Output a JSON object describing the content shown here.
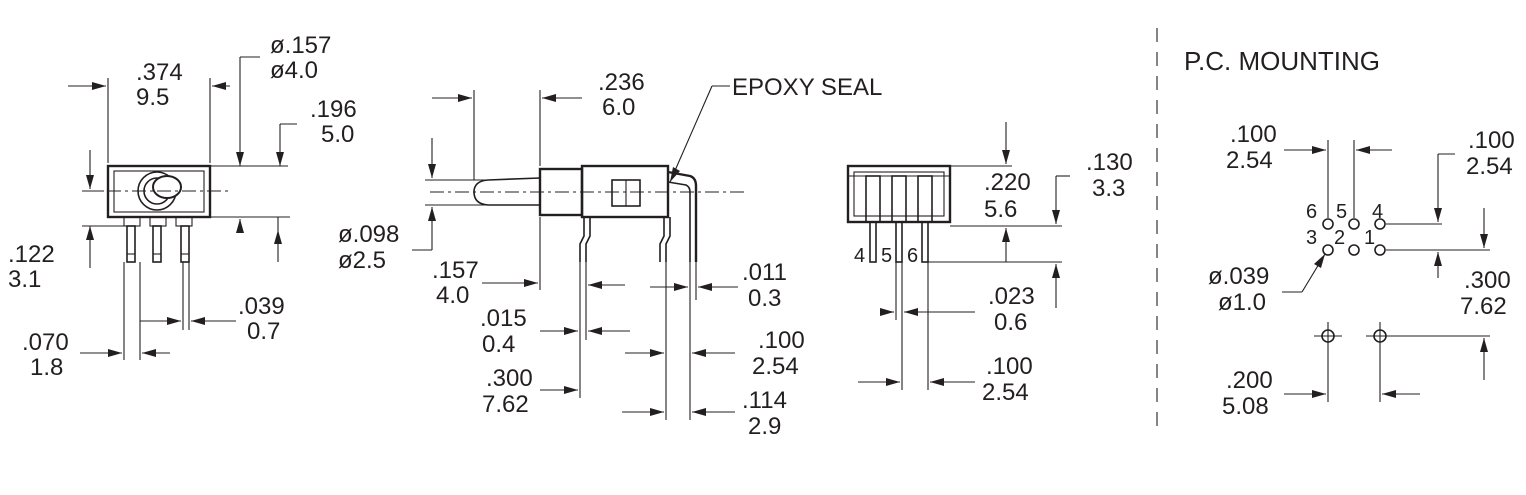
{
  "section_title": "P.C. MOUNTING",
  "callout_epoxy": "EPOXY SEAL",
  "front_view": {
    "w_in": ".374",
    "w_mm": "9.5",
    "dia_in": "ø.157",
    "dia_mm": "ø4.0",
    "h_in": ".196",
    "h_mm": "5.0",
    "pin_len_in": ".122",
    "pin_len_mm": "3.1",
    "pin_w_in": ".039",
    "pin_w_mm": "0.7",
    "offset_in": ".070",
    "offset_mm": "1.8"
  },
  "side_view": {
    "lever_in": ".236",
    "lever_mm": "6.0",
    "lever_dia_in": "ø.098",
    "lever_dia_mm": "ø2.5",
    "bushing_in": ".157",
    "bushing_mm": "4.0",
    "pin_thk_in": ".011",
    "pin_thk_mm": "0.3",
    "gap_in": ".015",
    "gap_mm": "0.4",
    "pitch_in": ".100",
    "pitch_mm": "2.54",
    "row_in": ".300",
    "row_mm": "7.62",
    "tail_in": ".114",
    "tail_mm": "2.9"
  },
  "end_view": {
    "h_in": ".220",
    "h_mm": "5.6",
    "top_in": ".130",
    "top_mm": "3.3",
    "pin_w_in": ".023",
    "pin_w_mm": "0.6",
    "pitch_in": ".100",
    "pitch_mm": "2.54",
    "pins": [
      "4",
      "5",
      "6"
    ]
  },
  "pcb": {
    "pitch_l_in": ".100",
    "pitch_l_mm": "2.54",
    "pitch_r_in": ".100",
    "pitch_r_mm": "2.54",
    "hole_in": "ø.039",
    "hole_mm": "ø1.0",
    "row_in": ".300",
    "row_mm": "7.62",
    "mount_in": ".200",
    "mount_mm": "5.08",
    "top_labels": [
      "6",
      "5",
      "4"
    ],
    "bottom_labels": [
      "3",
      "2",
      "1"
    ]
  }
}
